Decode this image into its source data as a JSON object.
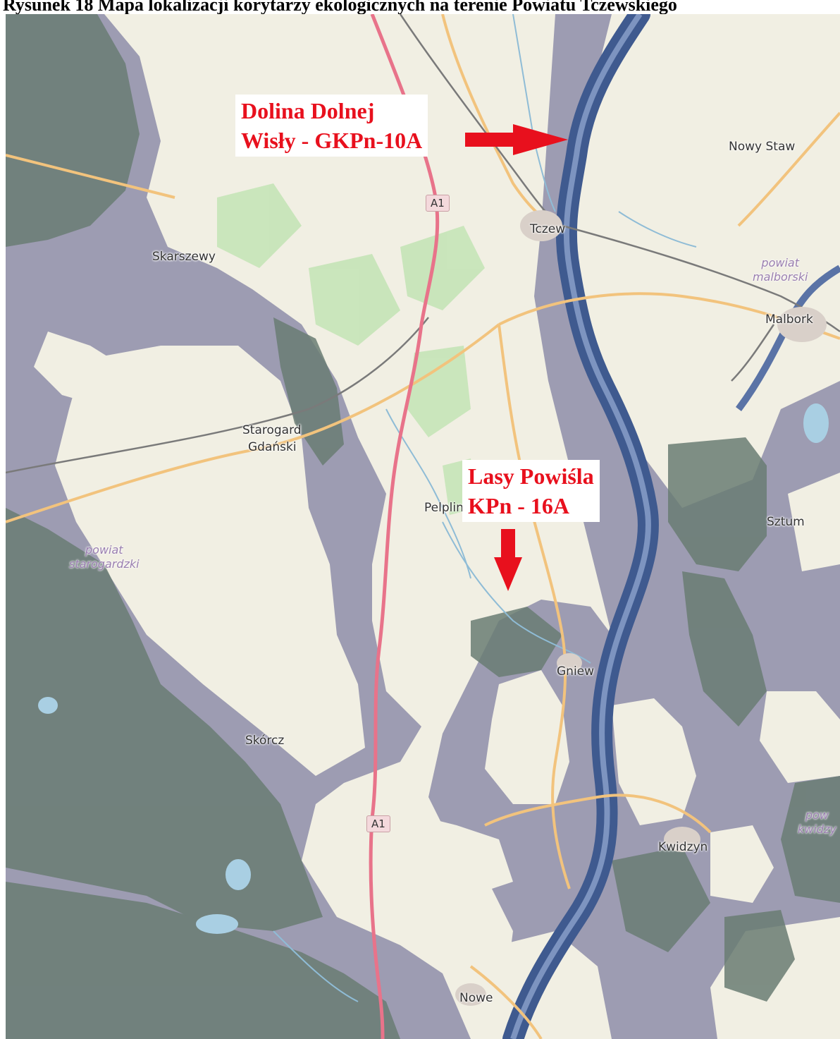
{
  "caption": "Rysunek 18 Mapa lokalizacji korytarzy ekologicznych na terenie Powiatu Tczewskiego",
  "colors": {
    "land": "#f1efe3",
    "corridor": "#9d9cb2",
    "forest_in_corridor": "#6a7d73",
    "forest": "#c5e4b7",
    "river": "#3f5a8f",
    "water": "#a9cfe3",
    "motorway": "#e8738a",
    "primary_road": "#f2c37d",
    "railway": "#7a7a7a",
    "callout_text": "#e8101d"
  },
  "callouts": [
    {
      "line1": "Dolina Dolnej",
      "line2": "Wisły - GKPn-10A",
      "arrow": "right-arrow"
    },
    {
      "line1": "Lasy Powiśla",
      "line2": "KPn - 16A",
      "arrow": "down-arrow"
    }
  ],
  "places": [
    "Nowy Staw",
    "Tczew",
    "Skarszewy",
    "Malbork",
    "Starogard",
    "Gdański",
    "Pelplin",
    "Sztum",
    "Gniew",
    "Skórcz",
    "Kwidzyn",
    "Nowe"
  ],
  "admin_areas": [
    {
      "line1": "powiat",
      "line2": "malborski"
    },
    {
      "line1": "powiat",
      "line2": "starogardzki"
    },
    {
      "line1": "pow",
      "line2": "kwidzy"
    }
  ],
  "road_shields": [
    "A1",
    "A1"
  ]
}
